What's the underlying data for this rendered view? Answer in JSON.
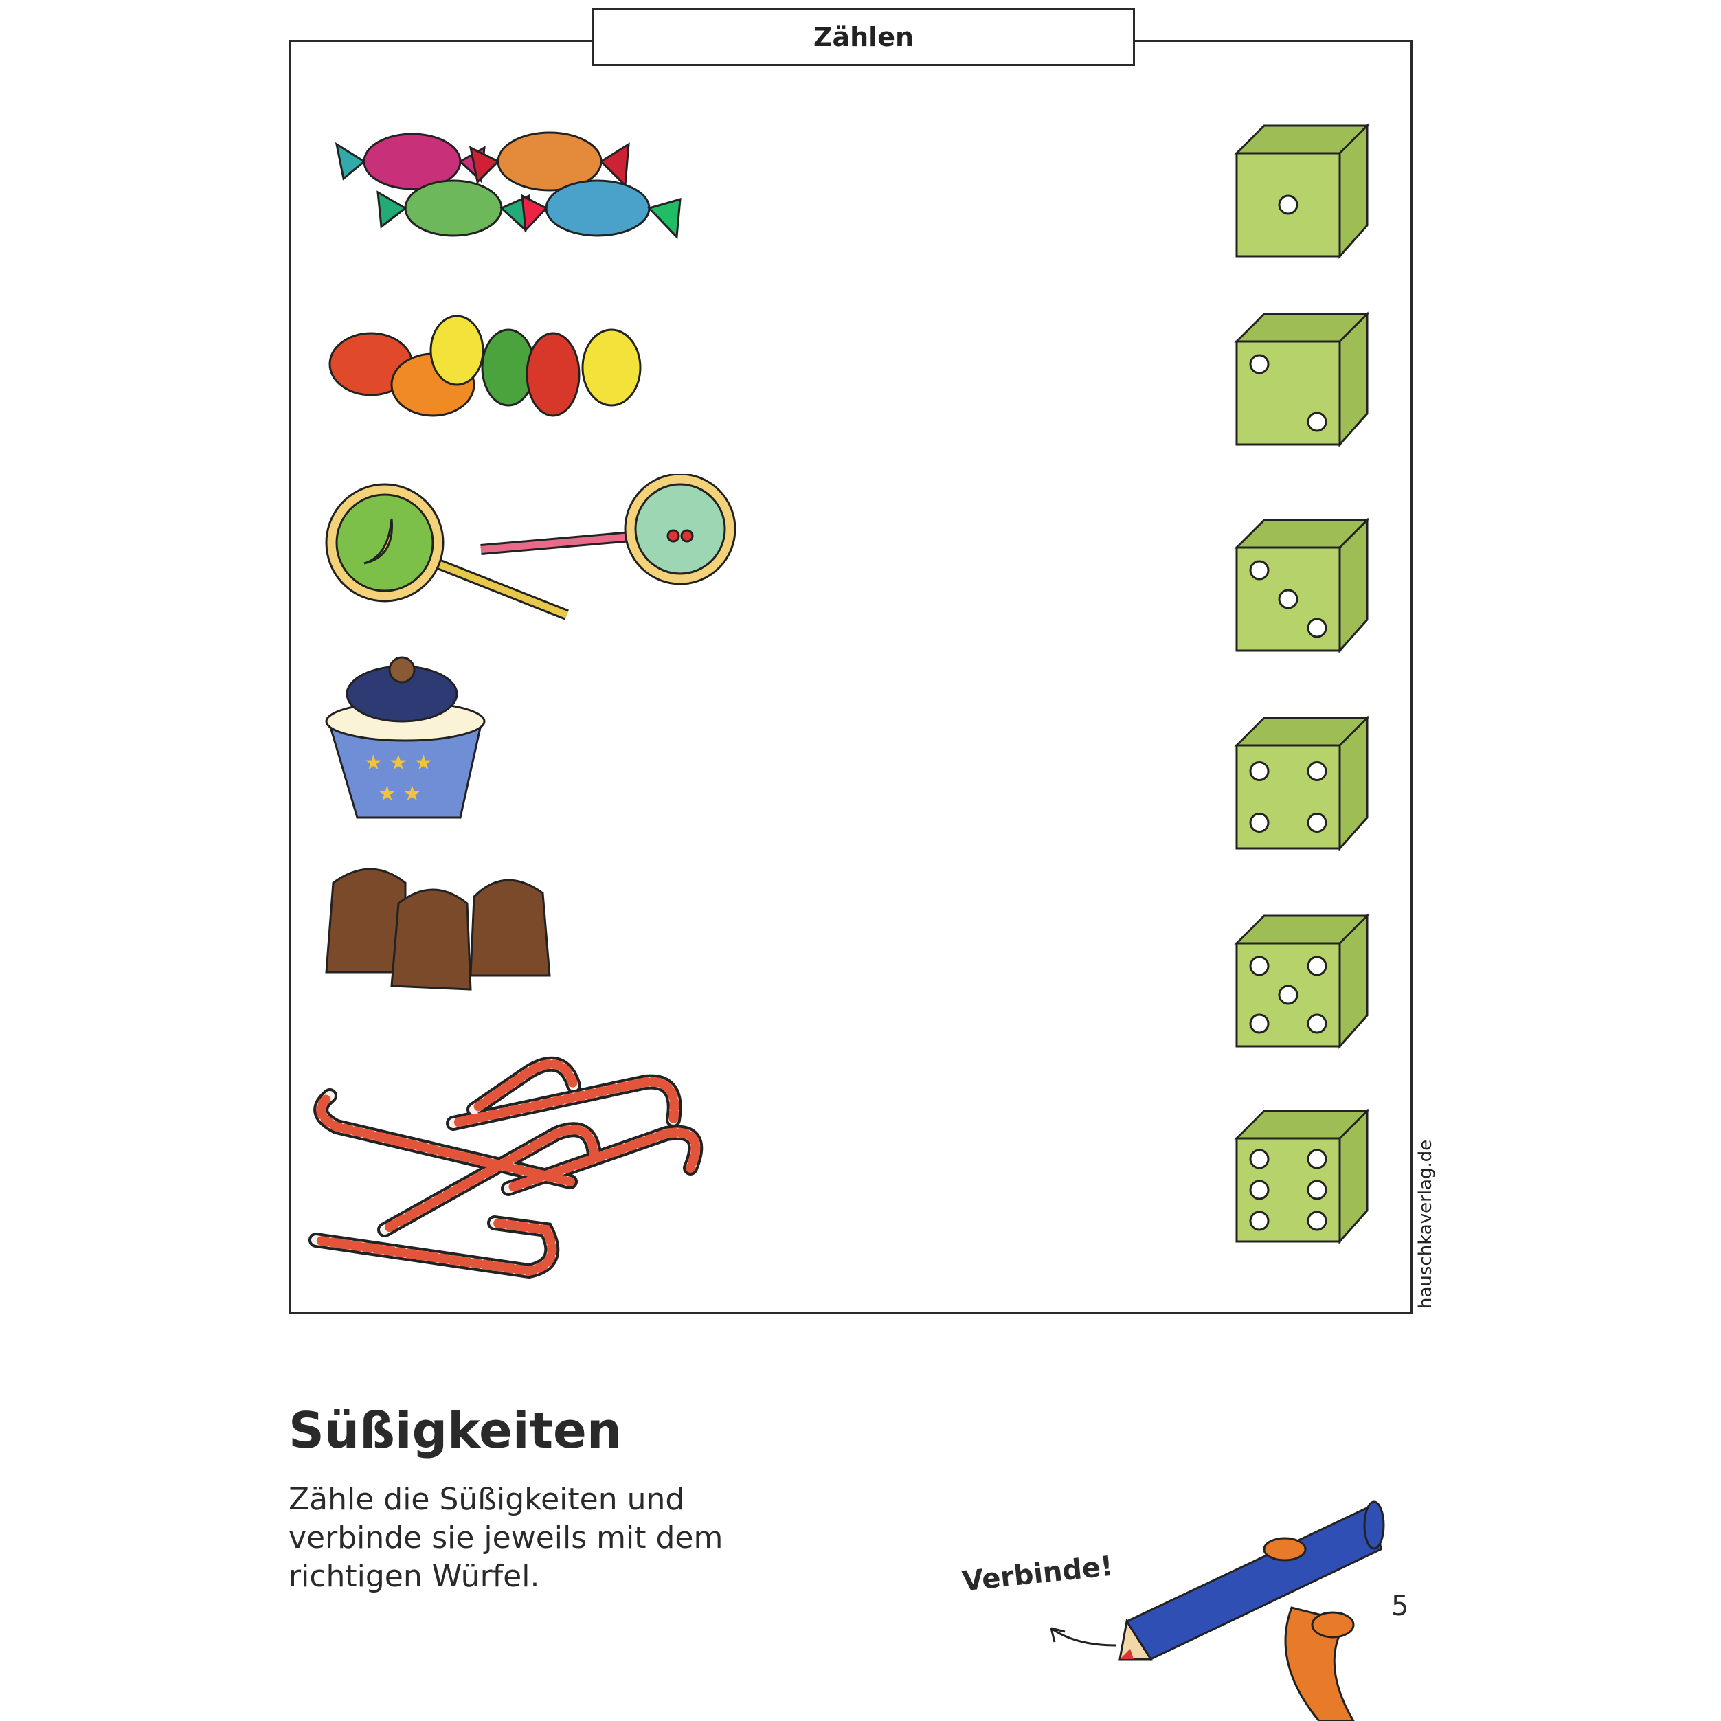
{
  "header": {
    "title": "Zählen"
  },
  "rows": [
    {
      "name": "candies",
      "dots": 1
    },
    {
      "name": "gummy-bears",
      "dots": 2
    },
    {
      "name": "lollipops",
      "dots": 3
    },
    {
      "name": "cupcake",
      "dots": 4
    },
    {
      "name": "chocolate-marshmallows",
      "dots": 5
    },
    {
      "name": "candy-canes",
      "dots": 6
    }
  ],
  "colors": {
    "die_fill": "#b6d36b",
    "die_side": "#9fbd55",
    "frame": "#2a2a2a"
  },
  "side_text": "hauschkaverlag.de",
  "heading": "Süßigkeiten",
  "instruction_lines": [
    "Zähle die Süßigkeiten und",
    "verbinde sie jeweils mit dem",
    "richtigen Würfel."
  ],
  "pencil_label": "Verbinde!",
  "page_number": "5"
}
